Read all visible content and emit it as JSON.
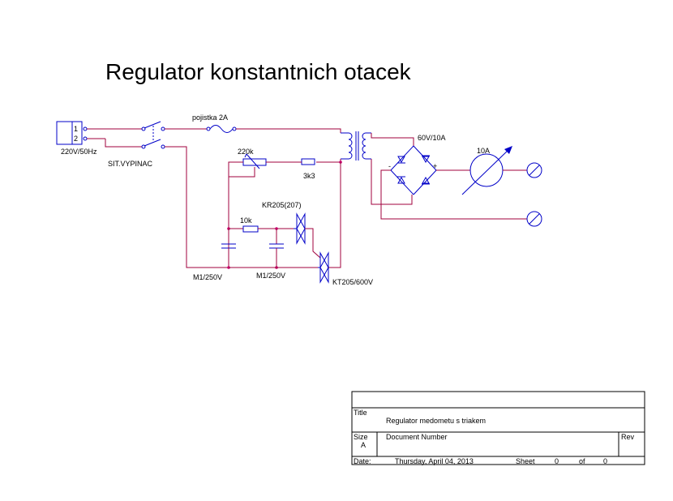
{
  "title": "Regulator konstantnich otacek",
  "labels": {
    "pin1": "1",
    "pin2": "2",
    "supply": "220V/50Hz",
    "switch": "SIT.VYPINAC",
    "fuse": "pojistka 2A",
    "pot": "220k",
    "r_3k3": "3k3",
    "r_10k": "10k",
    "diac": "KR205(207)",
    "cap1": "M1/250V",
    "cap2": "M1/250V",
    "triac": "KT205/600V",
    "secondary": "60V/10A",
    "ammeter": "10A",
    "bridge_minus": "-",
    "bridge_plus": "+"
  },
  "title_block": {
    "title_label": "Title",
    "title_value": "Regulator medometu s triakem",
    "size_label": "Size",
    "size_value": "A",
    "docnum_label": "Document Number",
    "rev_label": "Rev",
    "date_label": "Date:",
    "date_value": "Thursday, April 04, 2013",
    "sheet_label": "Sheet",
    "sheet_value": "0",
    "of_label": "of",
    "of_value": "0"
  },
  "colors": {
    "wire": "#a0003c",
    "component": "#0000c8",
    "junction": "#c8006e",
    "border": "#000000"
  }
}
